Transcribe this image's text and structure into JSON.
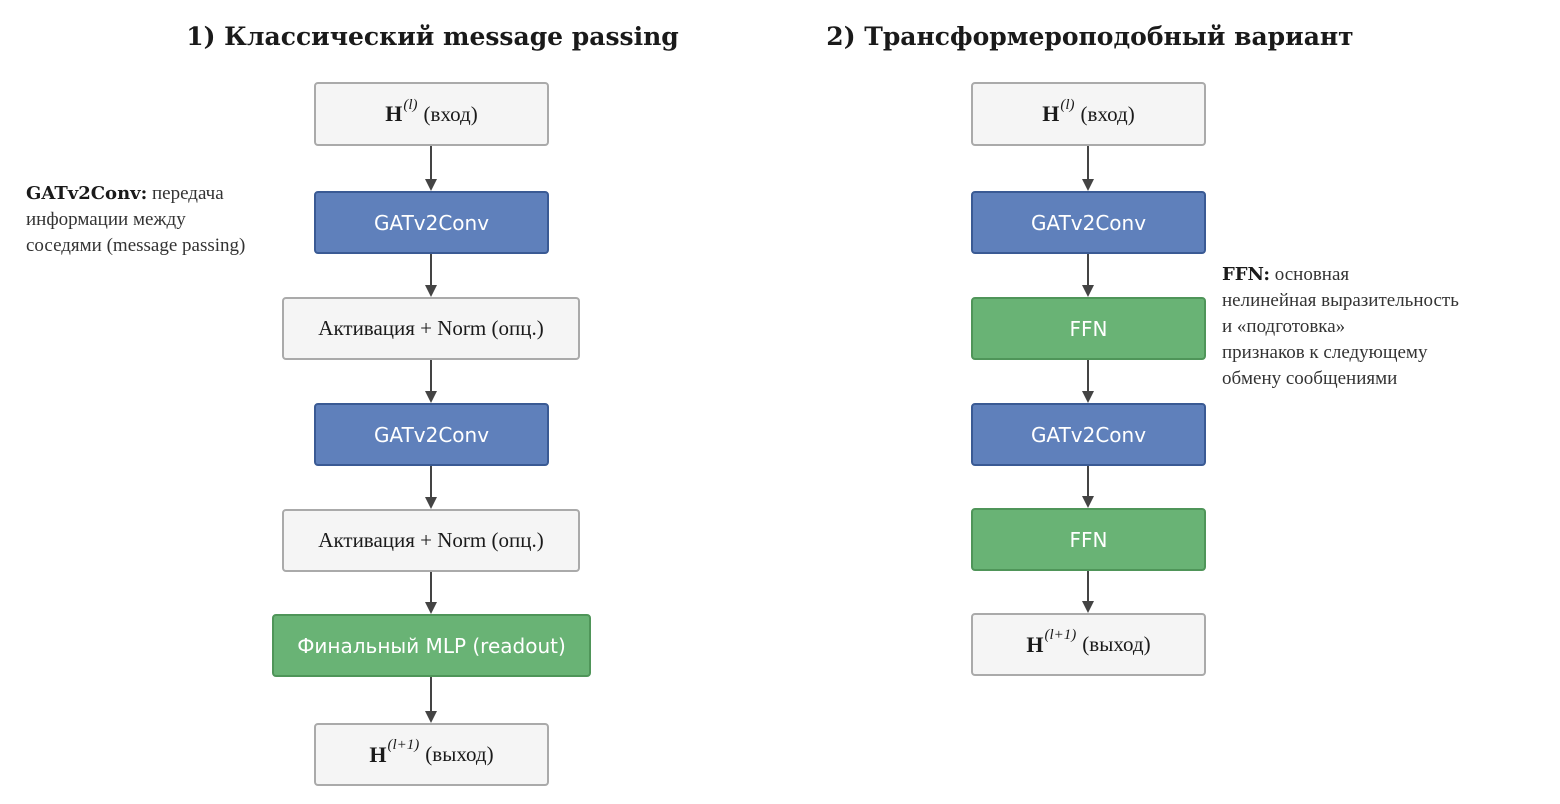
{
  "left": {
    "title": "1) Классический message passing",
    "input": {
      "symbol": "H",
      "superscript": "(l)",
      "label": "(вход)"
    },
    "nodes": [
      "GATv2Conv",
      "Активация + Norm (опц.)",
      "GATv2Conv",
      "Активация + Norm (опц.)",
      "Финальный MLP (readout)"
    ],
    "output": {
      "symbol": "H",
      "superscript": "(l+1)",
      "label": "(выход)"
    },
    "note": {
      "bold": "GATv2Conv:",
      "lines": [
        "передача",
        "информации между",
        "соседями (message passing)"
      ]
    }
  },
  "right": {
    "title": "2) Трансформероподобный вариант",
    "input": {
      "symbol": "H",
      "superscript": "(l)",
      "label": "(вход)"
    },
    "nodes": [
      "GATv2Conv",
      "FFN",
      "GATv2Conv",
      "FFN"
    ],
    "output": {
      "symbol": "H",
      "superscript": "(l+1)",
      "label": "(выход)"
    },
    "note": {
      "bold": "FFN:",
      "lines": [
        "основная",
        "нелинейная выразительность",
        "и «подготовка»",
        "признаков к следующему",
        "обмену сообщениями"
      ]
    }
  },
  "colors": {
    "gray_fill": "#f5f5f5",
    "blue_fill": "#5f80bb",
    "green_fill": "#69b375",
    "arrow": "#444444"
  }
}
